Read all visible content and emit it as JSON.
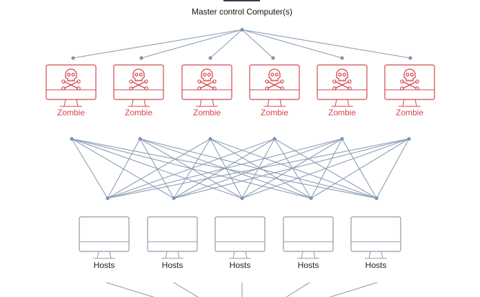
{
  "master": {
    "label": "Master control Computer(s)"
  },
  "zombies": [
    {
      "label": "Zombie"
    },
    {
      "label": "Zombie"
    },
    {
      "label": "Zombie"
    },
    {
      "label": "Zombie"
    },
    {
      "label": "Zombie"
    },
    {
      "label": "Zombie"
    }
  ],
  "hosts": [
    {
      "label": "Hosts"
    },
    {
      "label": "Hosts"
    },
    {
      "label": "Hosts"
    },
    {
      "label": "Hosts"
    },
    {
      "label": "Hosts"
    }
  ],
  "colors": {
    "zombie": "#d4434b",
    "host": "#8e98a6",
    "edge": "#8a9bb5",
    "node": "#7f93b1"
  },
  "icons": {
    "zombie": "skull-crossbones-monitor-icon",
    "host": "monitor-icon"
  }
}
